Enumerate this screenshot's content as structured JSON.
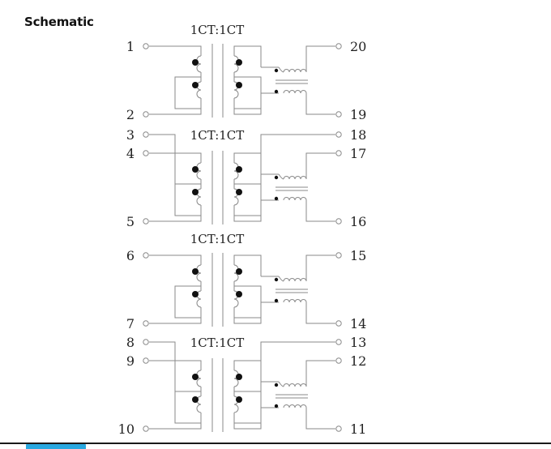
{
  "heading": "Schematic",
  "colors": {
    "line": "#8a8a8a",
    "ink": "#222222",
    "accent": "#29a8e0"
  },
  "units": [
    {
      "ratio": "1CT:1CT",
      "left_pins": {
        "top": "1",
        "ct": "",
        "bottom": "2"
      },
      "right_pins": {
        "top": "20",
        "ct": "",
        "bottom": "19"
      }
    },
    {
      "ratio": "1CT:1CT",
      "left_pins": {
        "top": "4",
        "ct": "3",
        "bottom": "5"
      },
      "right_pins": {
        "top": "17",
        "ct": "18",
        "bottom": "16"
      }
    },
    {
      "ratio": "1CT:1CT",
      "left_pins": {
        "top": "6",
        "ct": "",
        "bottom": "7"
      },
      "right_pins": {
        "top": "15",
        "ct": "",
        "bottom": "14"
      }
    },
    {
      "ratio": "1CT:1CT",
      "left_pins": {
        "top": "9",
        "ct": "8",
        "bottom": "10"
      },
      "right_pins": {
        "top": "12",
        "ct": "13",
        "bottom": "11"
      }
    }
  ]
}
